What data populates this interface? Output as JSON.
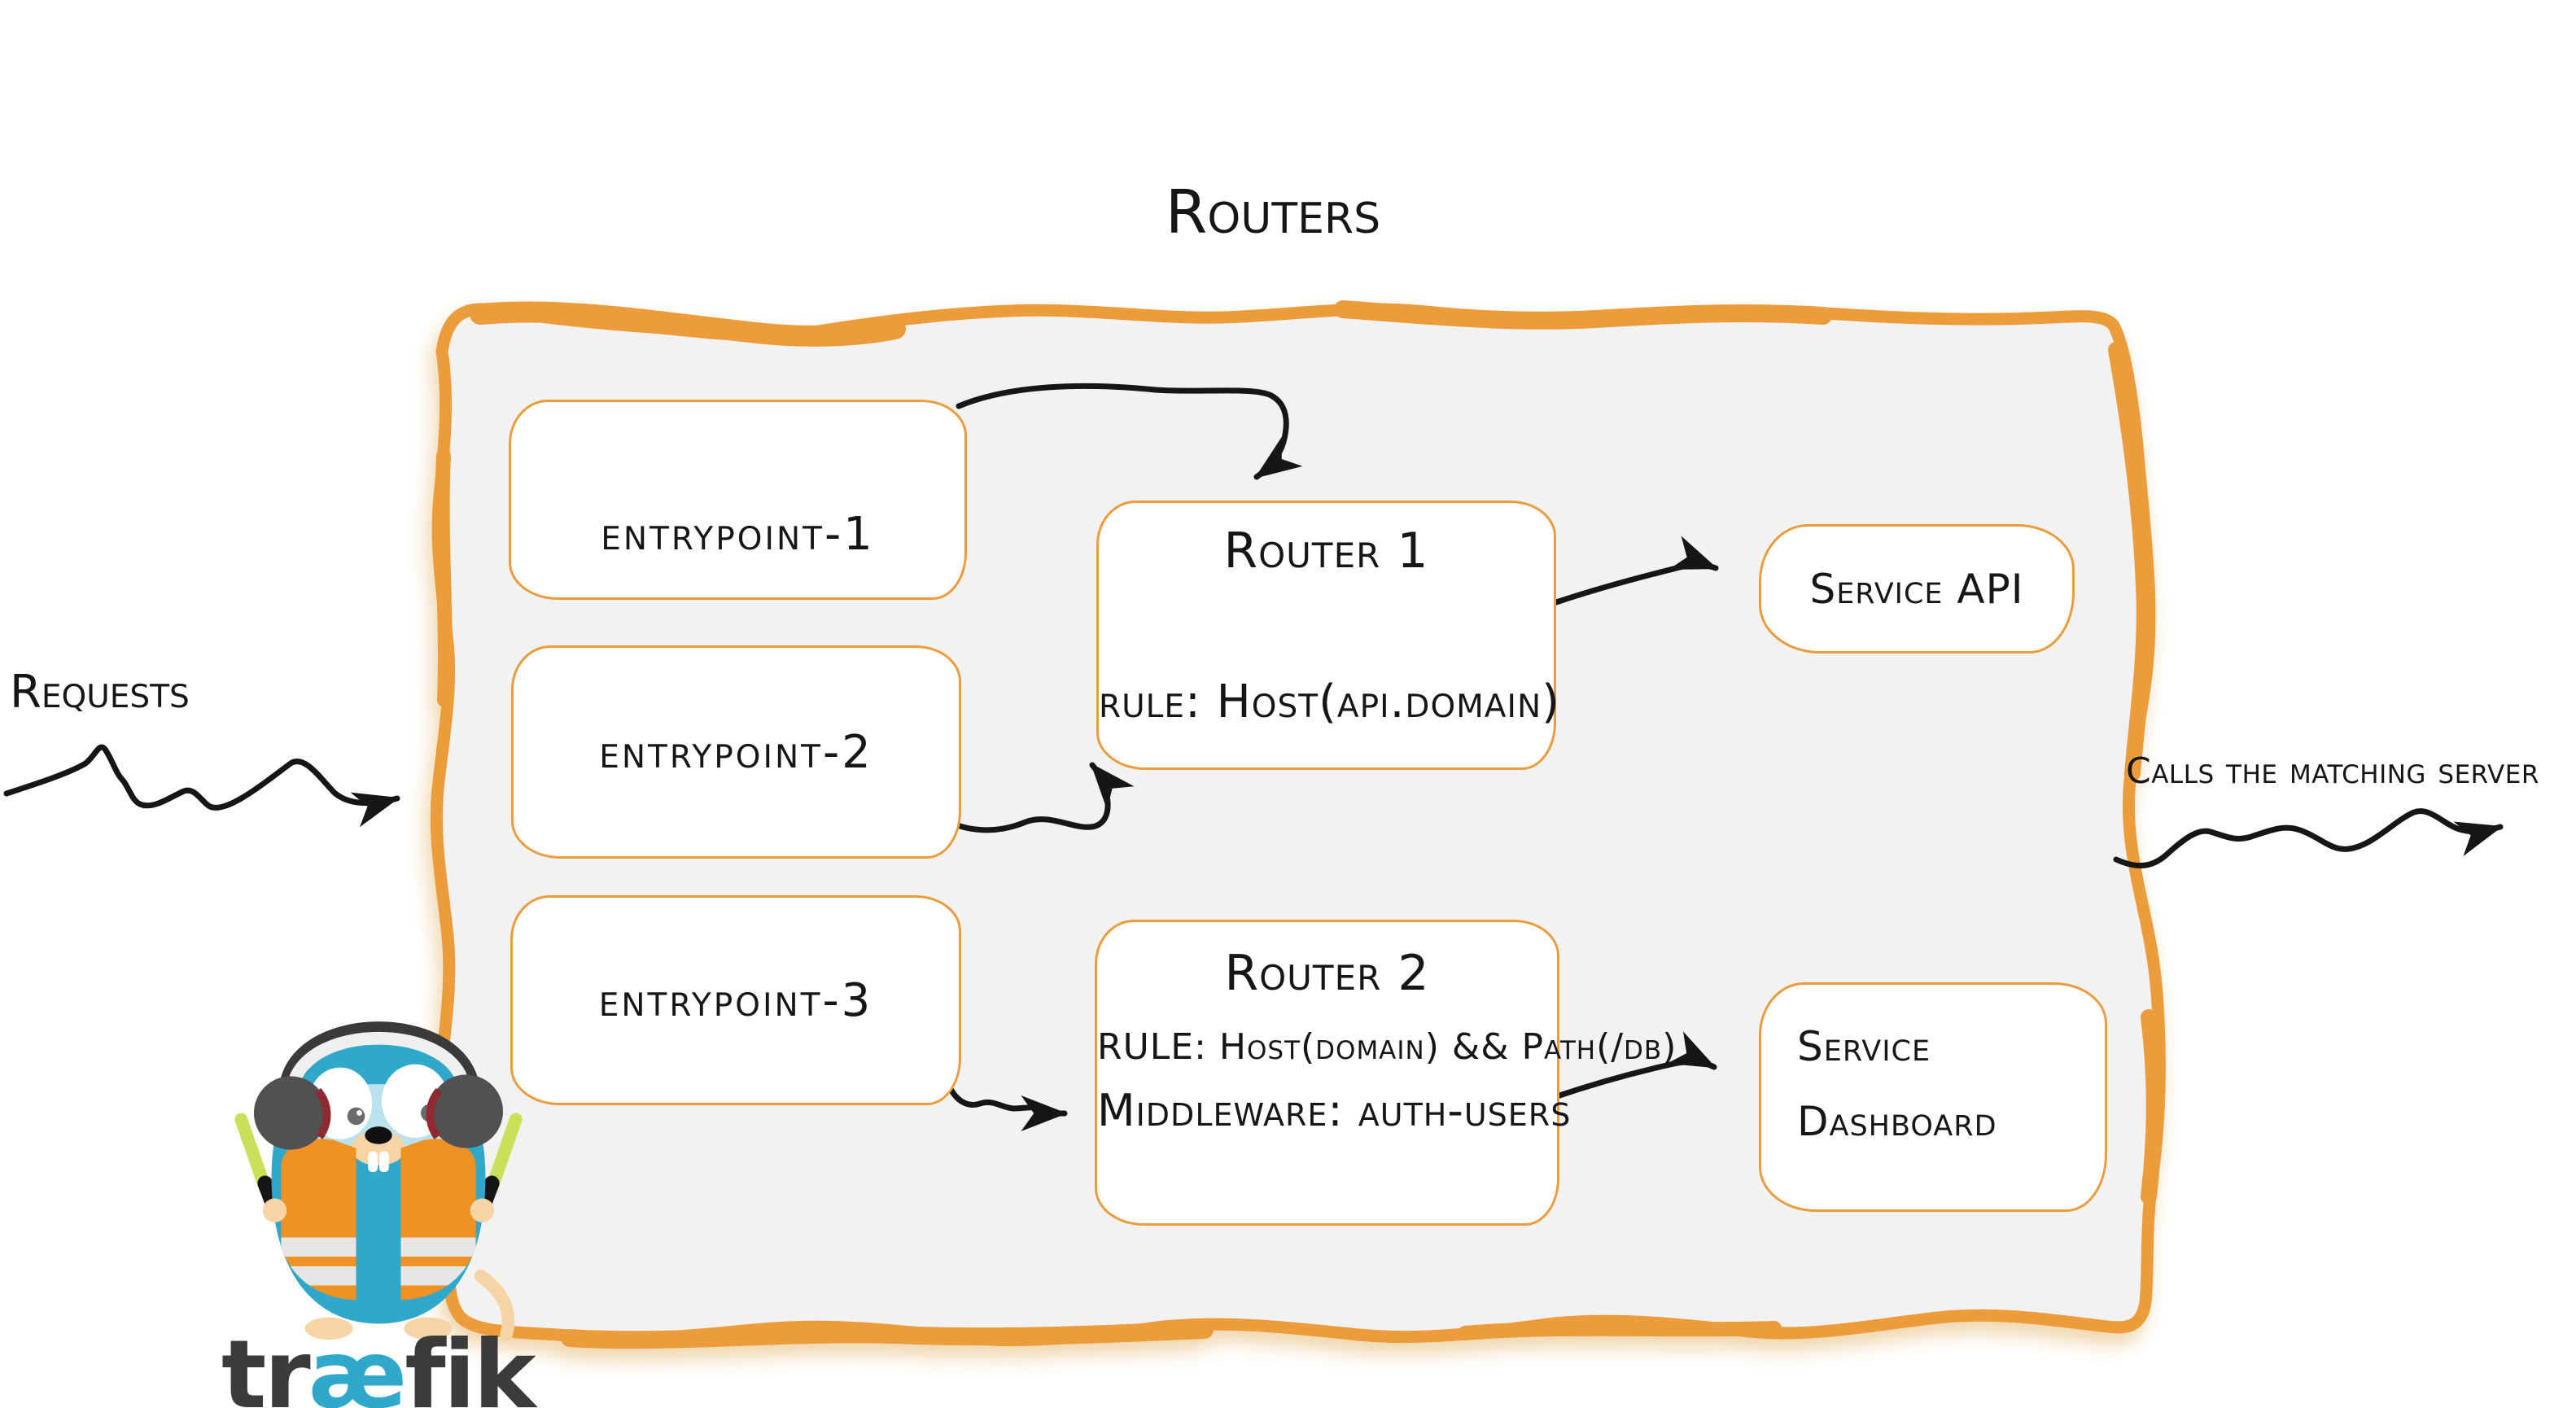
{
  "title": "Routers",
  "outside": {
    "requests_label": "Requests",
    "calls_label": "Calls the matching server"
  },
  "entrypoints": [
    {
      "label": "entrypoint-1"
    },
    {
      "label": "entrypoint-2"
    },
    {
      "label": "entrypoint-3"
    }
  ],
  "routers": [
    {
      "name": "Router 1",
      "rule": "rule: Host(api.domain)"
    },
    {
      "name": "Router 2",
      "rule": "RULE: Host(domain) && Path(/db)",
      "middleware": "Middleware: auth-users"
    }
  ],
  "services": [
    {
      "label": "Service API"
    },
    {
      "line1": "Service",
      "line2": "Dashboard"
    }
  ],
  "logo": {
    "pre": "tr",
    "ae": "æ",
    "post": "fik"
  },
  "colors": {
    "accent_orange": "#ED9C3C",
    "container_fill": "#F2F2F2",
    "box_fill": "#FFFFFF",
    "ink": "#161616",
    "brand_blue": "#2FA8CB",
    "wordmark_gray": "#3B3B3B",
    "vest_orange": "#EF9226",
    "stick_lime": "#C9E158"
  }
}
